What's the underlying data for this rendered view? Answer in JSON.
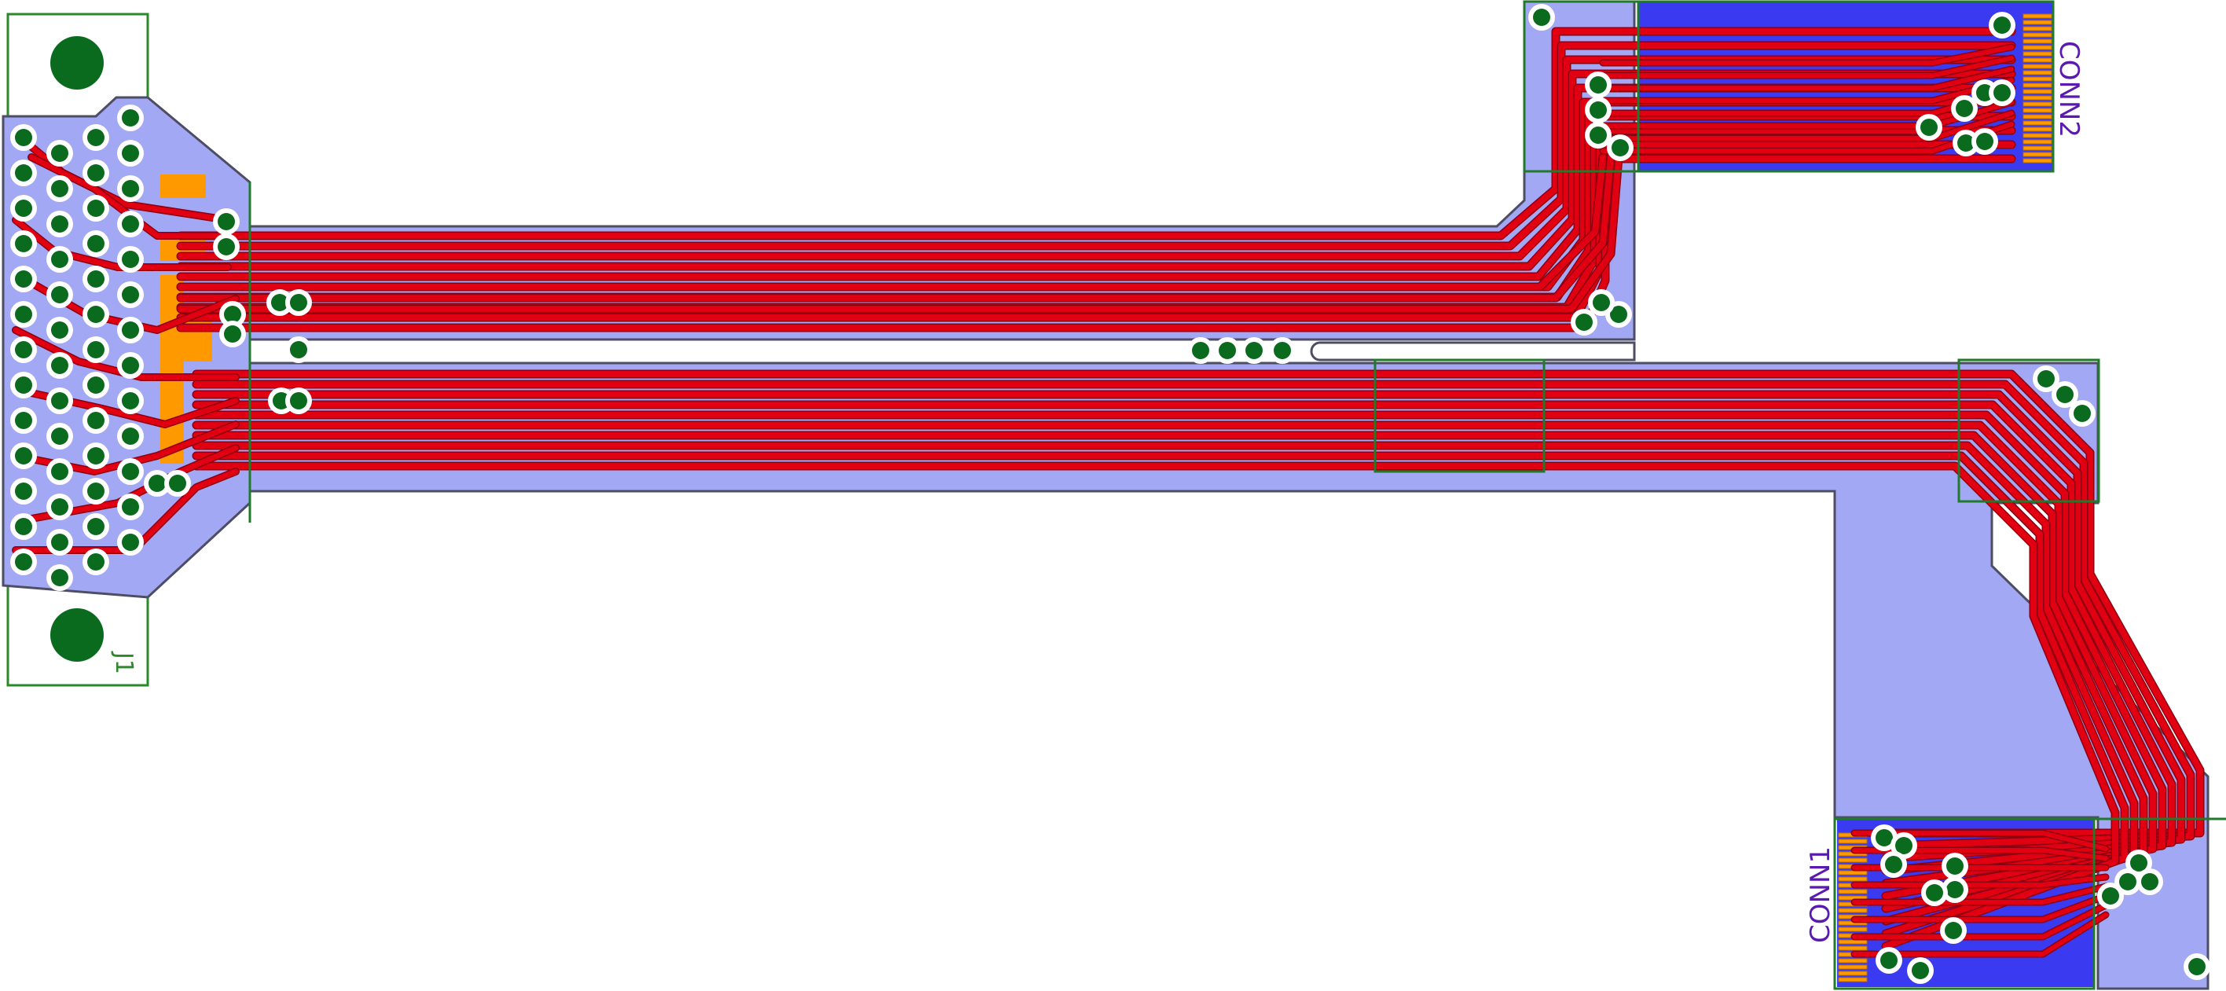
{
  "labels": {
    "j1": "J1",
    "conn1": "CONN1",
    "conn2": "CONN2"
  },
  "colors": {
    "background": "#ffffff",
    "board_fill": "#a3a8f5",
    "board_outline": "#4d4d63",
    "copper_trace": "#e00012",
    "trace_edge": "#8c0010",
    "stiffener_blue": "#3a3af0",
    "via_pad": "#0a6b1f",
    "via_clearance": "#ffffff",
    "smd_pad": "#ff9900",
    "silk_outline": "#2a8a2a",
    "silk_text_green": "#2a8a2a",
    "silk_text_purple": "#5a1ab0"
  }
}
